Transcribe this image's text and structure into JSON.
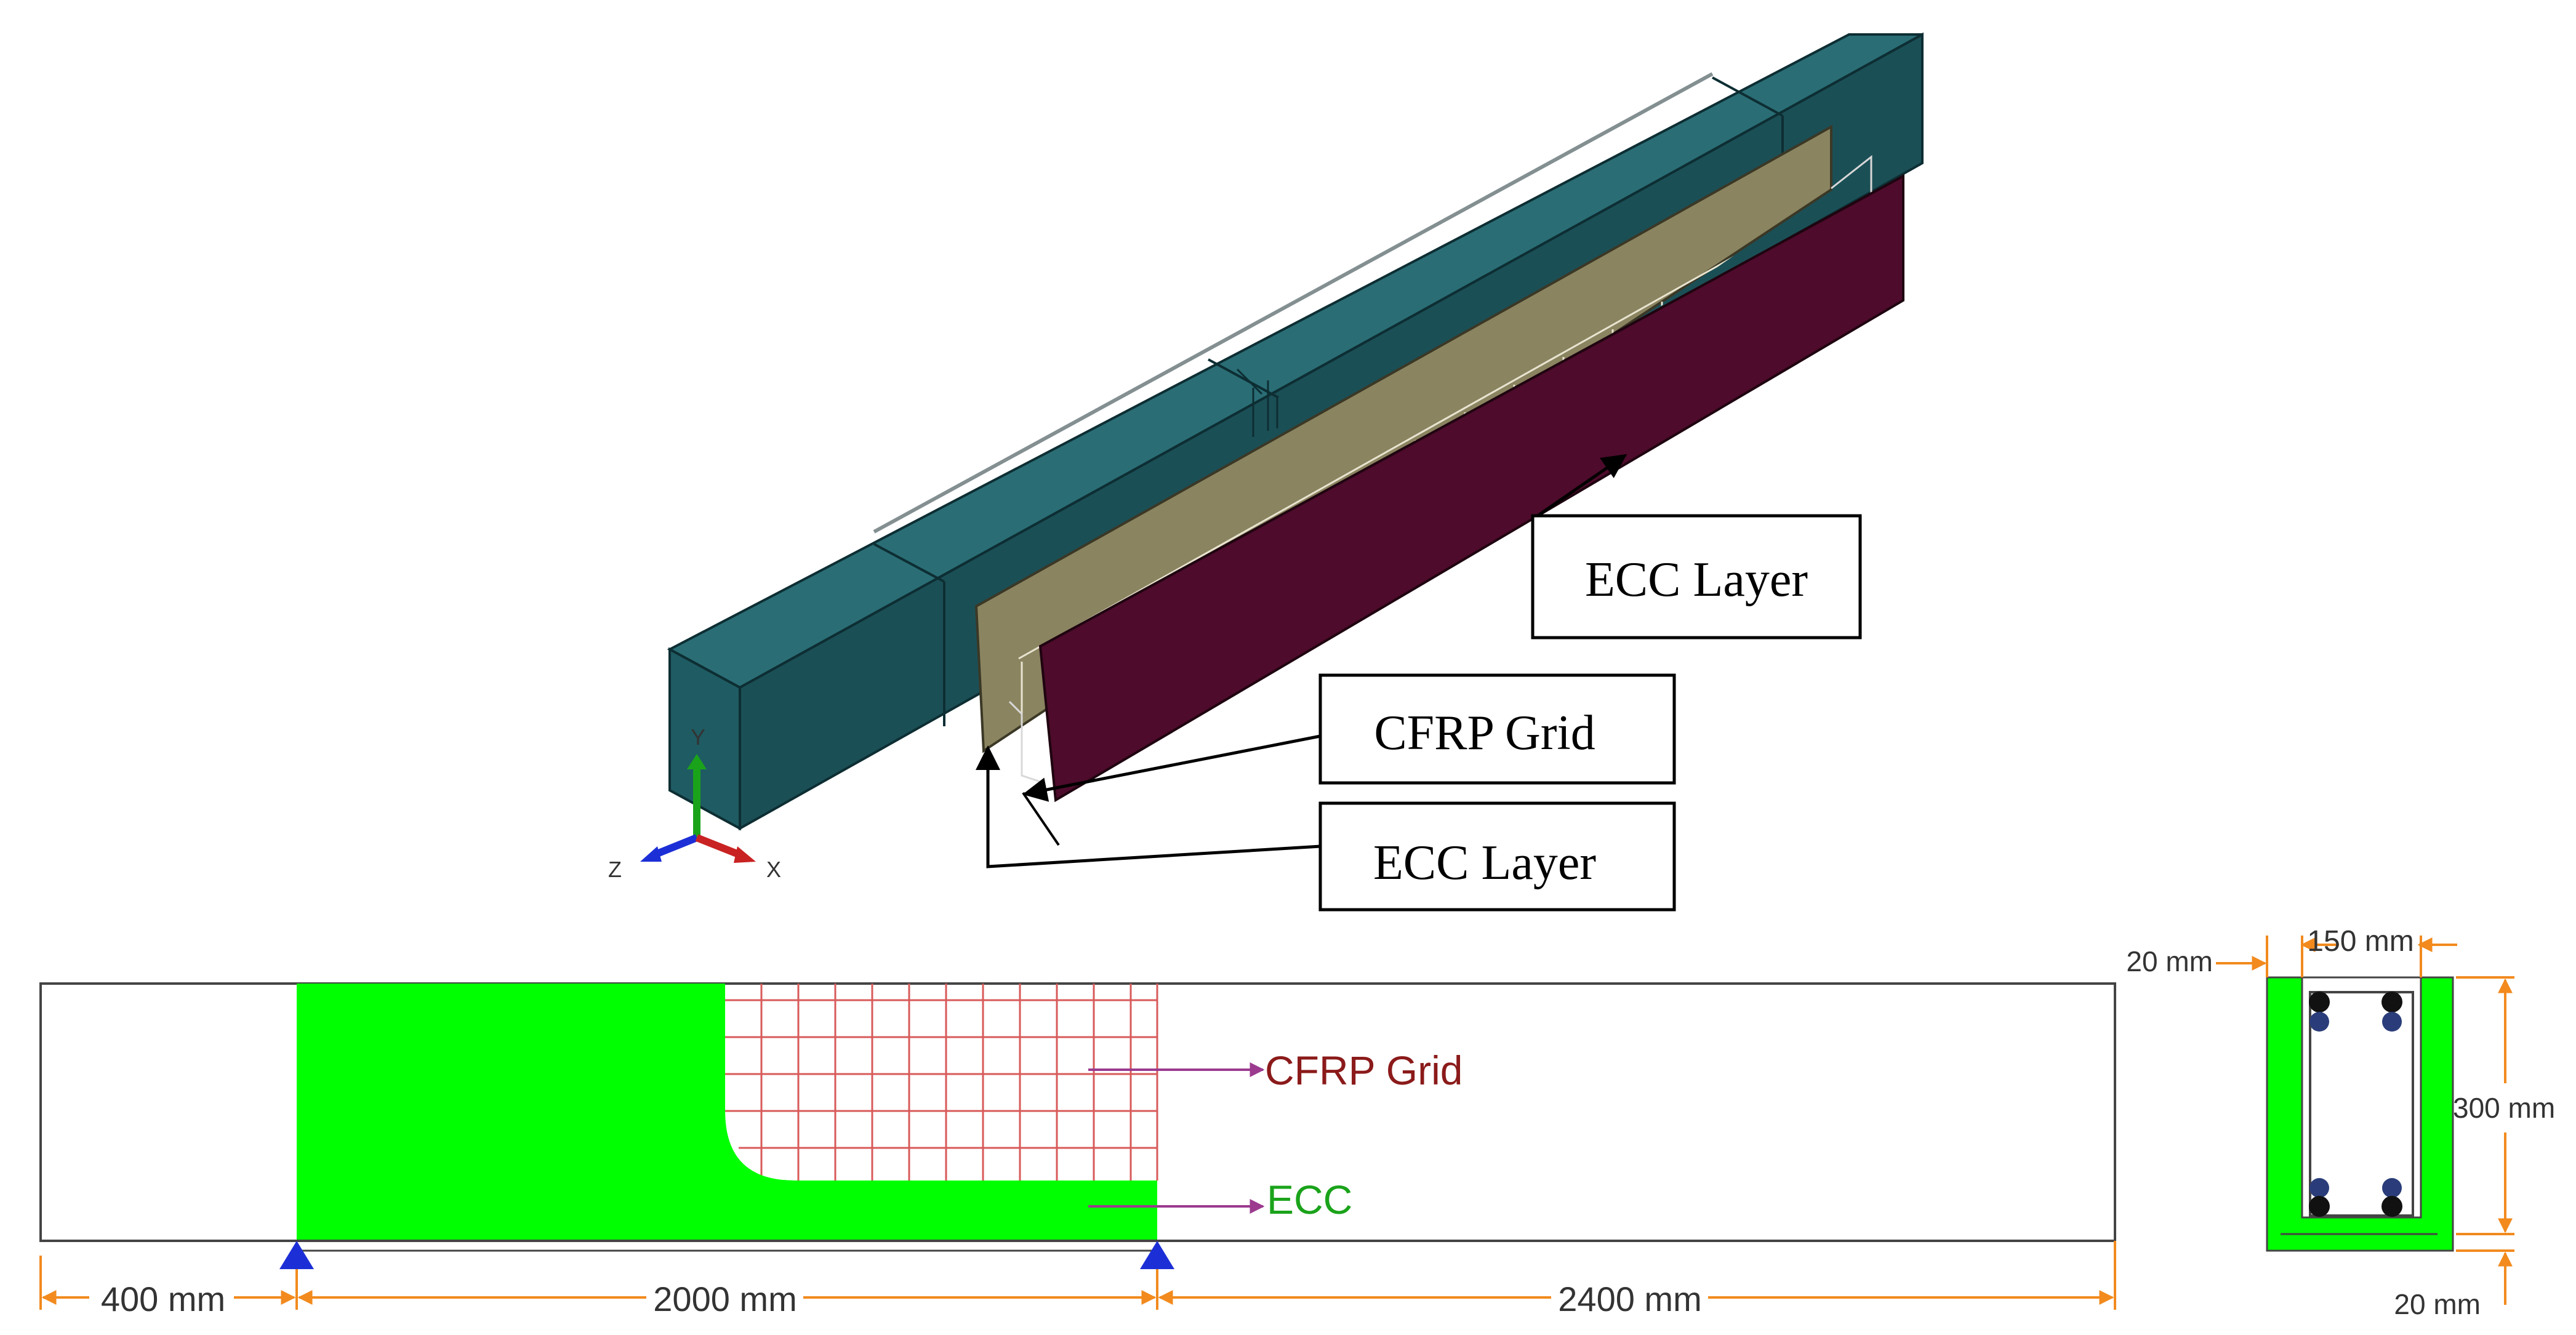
{
  "model3d": {
    "callouts": {
      "ecc_layer_top": "ECC Layer",
      "cfrp_grid": "CFRP Grid",
      "ecc_layer_bottom": "ECC Layer"
    },
    "axes": {
      "y": "Y",
      "z": "Z",
      "x": "X"
    }
  },
  "elevation": {
    "labels": {
      "cfrp": "CFRP Grid",
      "ecc": "ECC"
    },
    "dims": {
      "left": "400 mm",
      "middle": "2000 mm",
      "right": "2400 mm"
    }
  },
  "section": {
    "dims": {
      "width": "150 mm",
      "cover_top": "20 mm",
      "height": "300 mm",
      "cover_bottom": "20 mm"
    }
  },
  "colors": {
    "beam_teal": "#1f5b62",
    "grid_khaki": "#8a8460",
    "ecc_maroon": "#4e0b2b",
    "ecc_green": "#00ff00",
    "cfrp_red": "#d85a5a",
    "cfrp_label": "#8b1a1a",
    "ecc_label": "#1aa31a",
    "arrow_purple": "#9b3a8f",
    "dimension_orange": "#f28a1e",
    "support_blue": "#1c2fd6"
  }
}
